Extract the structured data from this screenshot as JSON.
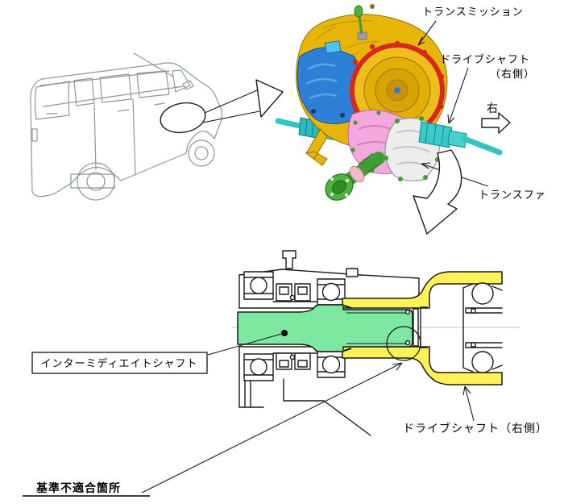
{
  "figure": {
    "type": "automotive-recall-diagram",
    "background": "#ffffff"
  },
  "assembly_labels": {
    "transmission": "トランスミッション",
    "drive_shaft_line1": "ドライブシャフト",
    "drive_shaft_line2": "（右側）",
    "direction_right": "右",
    "transfer": "トランスファ"
  },
  "section_labels": {
    "intermediate_shaft": "インターミディエイトシャフト",
    "drive_shaft_right": "ドライブシャフト（右側）",
    "noncompliance": "基準不適合箇所"
  },
  "colors": {
    "highlight_green": "#7EE8A2",
    "highlight_yellow": "#FFF259",
    "shaft_cyan": "#35C2C4",
    "case_yellow": "#E8B609",
    "case_blue": "#2E7FD6",
    "flange_red": "#D7281E",
    "transfer_pink": "#F4A9DE",
    "bolt_green": "#3E9E33",
    "housing_gray": "#EDEDED",
    "line_black": "#1a1a1a",
    "car_line_gray": "#8F959E"
  }
}
